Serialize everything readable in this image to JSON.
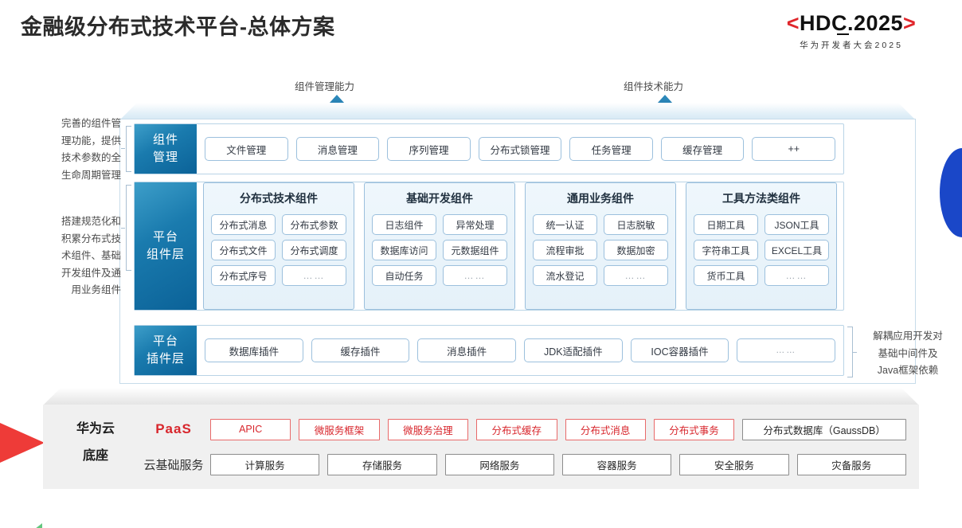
{
  "header": {
    "title": "金融级分布式技术平台-总体方案",
    "logo": {
      "bracket_left": "<",
      "bracket_right": ">",
      "main": "HDC.2025",
      "subtitle": "华为开发者大会2025",
      "bracket_color": "#e0262b"
    }
  },
  "capabilities": [
    {
      "label": "组件管理能力",
      "icon": "arrow-up-icon"
    },
    {
      "label": "组件技术能力",
      "icon": "arrow-up-icon"
    }
  ],
  "annotations": {
    "left": [
      "完善的组件管\n理功能，提供\n技术参数的全\n生命周期管理",
      "搭建规范化和\n积累分布式技\n术组件、基础\n开发组件及通\n用业务组件"
    ],
    "left_lines_1": [
      "完善的组件管",
      "理功能，提供",
      "技术参数的全",
      "生命周期管理"
    ],
    "left_lines_2": [
      "搭建规范化和",
      "积累分布式技",
      "术组件、基础",
      "开发组件及通",
      "用业务组件"
    ],
    "right_lines_1": [
      "解耦应用开发对",
      "基础中间件及",
      "Java框架依赖"
    ]
  },
  "layers": [
    {
      "name": "component-management",
      "side_label_lines": [
        "组件",
        "管理"
      ],
      "items": [
        "文件管理",
        "消息管理",
        "序列管理",
        "分布式锁管理",
        "任务管理",
        "缓存管理",
        "++"
      ]
    },
    {
      "name": "platform-component-layer",
      "side_label_lines": [
        "平台",
        "组件层"
      ],
      "groups": [
        {
          "title": "分布式技术组件",
          "rows": [
            [
              "分布式消息",
              "分布式参数"
            ],
            [
              "分布式文件",
              "分布式调度"
            ],
            [
              "分布式序号",
              "……"
            ]
          ]
        },
        {
          "title": "基础开发组件",
          "rows": [
            [
              "日志组件",
              "异常处理"
            ],
            [
              "数据库访问",
              "元数据组件"
            ],
            [
              "自动任务",
              "……"
            ]
          ]
        },
        {
          "title": "通用业务组件",
          "rows": [
            [
              "统一认证",
              "日志脱敏"
            ],
            [
              "流程审批",
              "数据加密"
            ],
            [
              "流水登记",
              "……"
            ]
          ]
        },
        {
          "title": "工具方法类组件",
          "rows": [
            [
              "日期工具",
              "JSON工具"
            ],
            [
              "字符串工具",
              "EXCEL工具"
            ],
            [
              "货币工具",
              "……"
            ]
          ]
        }
      ]
    },
    {
      "name": "platform-plugin-layer",
      "side_label_lines": [
        "平台",
        "插件层"
      ],
      "items": [
        "数据库插件",
        "缓存插件",
        "消息插件",
        "JDK适配插件",
        "IOC容器插件",
        "……"
      ]
    }
  ],
  "base": {
    "label_lines": [
      "华为云",
      "底座"
    ],
    "rows": [
      {
        "tag": "PaaS",
        "tag_style": "red",
        "items": [
          {
            "label": "APIC",
            "style": "red"
          },
          {
            "label": "微服务框架",
            "style": "red"
          },
          {
            "label": "微服务治理",
            "style": "red"
          },
          {
            "label": "分布式缓存",
            "style": "red"
          },
          {
            "label": "分布式消息",
            "style": "red"
          },
          {
            "label": "分布式事务",
            "style": "red"
          },
          {
            "label": "分布式数据库（GaussDB）",
            "style": "grey",
            "wide": true
          }
        ]
      },
      {
        "tag": "云基础服务",
        "tag_style": "plain",
        "items": [
          {
            "label": "计算服务",
            "style": "grey"
          },
          {
            "label": "存储服务",
            "style": "grey"
          },
          {
            "label": "网络服务",
            "style": "grey"
          },
          {
            "label": "容器服务",
            "style": "grey"
          },
          {
            "label": "安全服务",
            "style": "grey"
          },
          {
            "label": "灾备服务",
            "style": "grey"
          }
        ]
      }
    ]
  },
  "colors": {
    "accent_blue": "#0b6298",
    "accent_red": "#d8262c",
    "panel_border": "#b9d4e6",
    "chip_border": "#9cc0dd"
  }
}
